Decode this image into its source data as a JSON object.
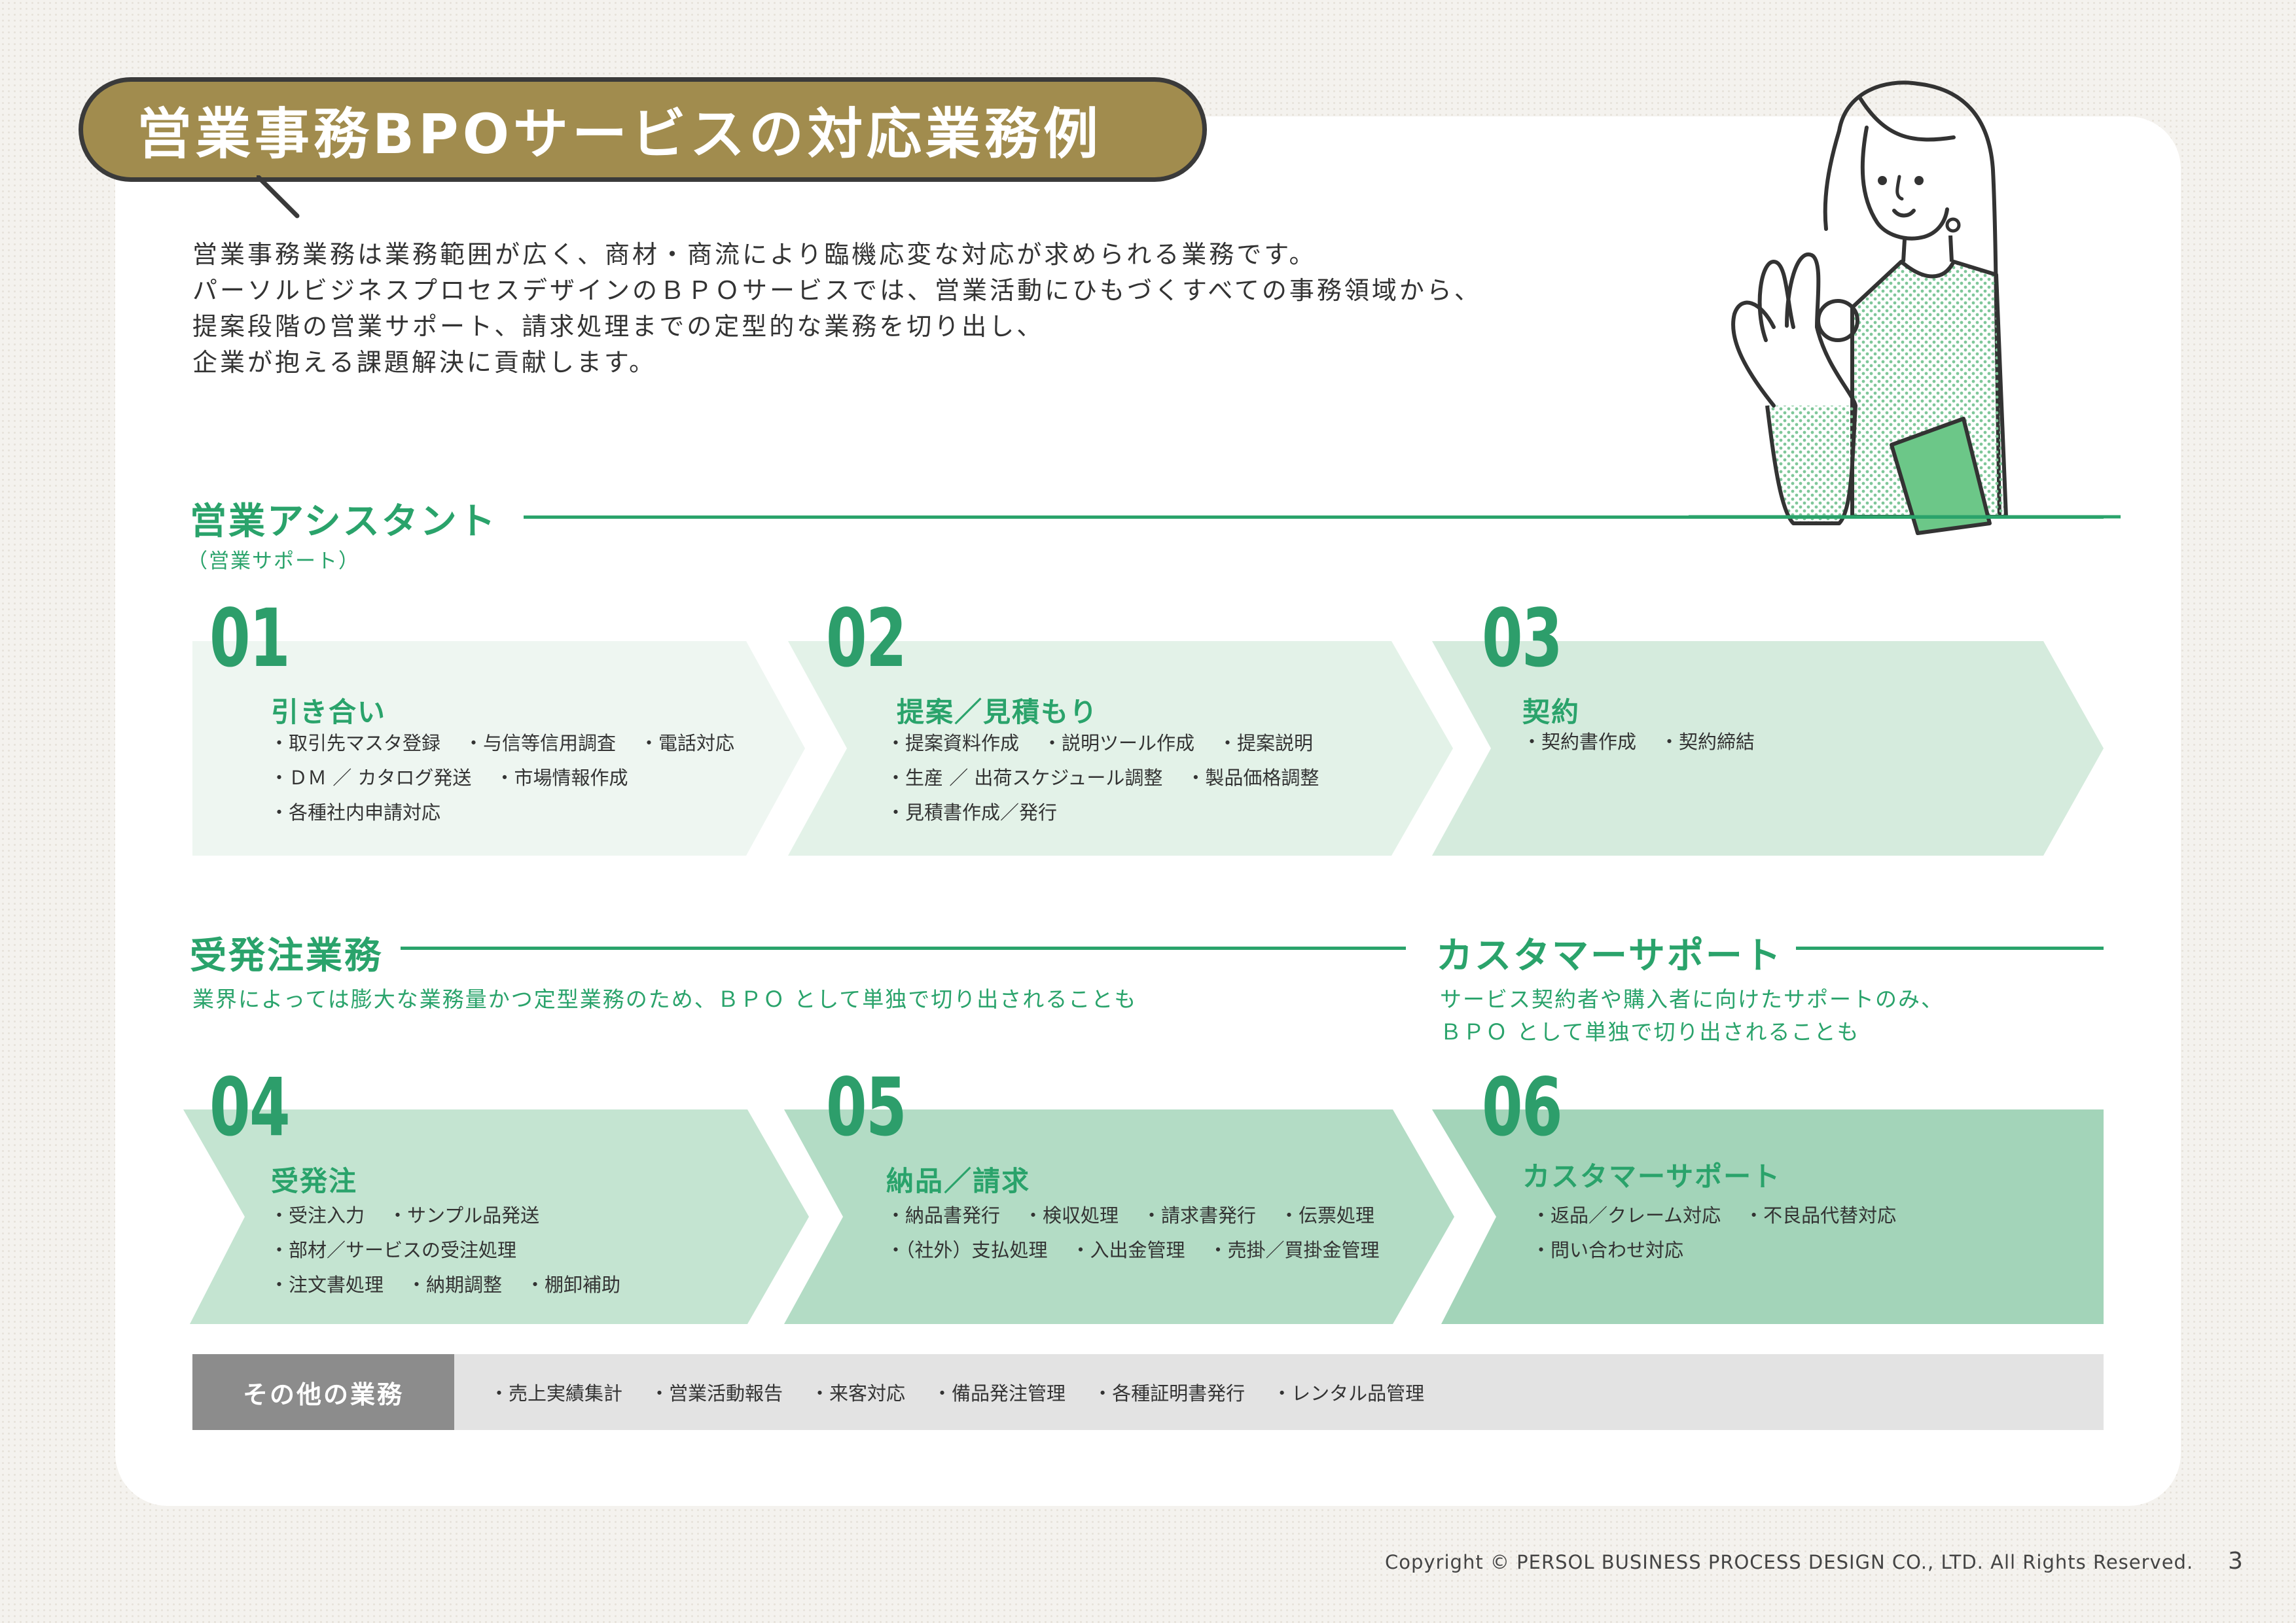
{
  "title": "営業事務BPOサービスの対応業務例",
  "intro": [
    "営業事務業務は業務範囲が広く、商材・商流により臨機応変な対応が求められる業務です。",
    "パーソルビジネスプロセスデザインのＢＰＯサービスでは、営業活動にひもづくすべての事務領域から、",
    "提案段階の営業サポート、請求処理までの定型的な業務を切り出し、",
    "企業が抱える課題解決に貢献します。"
  ],
  "sections": {
    "sales_assistant": {
      "title": "営業アシスタント",
      "subtitle": "（営業サポート）"
    },
    "order": {
      "title": "受発注業務",
      "subtitle": "業界によっては膨大な業務量かつ定型業務のため、ＢＰＯ として単独で切り出されることも"
    },
    "customer_support": {
      "title": "カスタマーサポート",
      "subtitle_1": "サービス契約者や購入者に向けたサポートのみ、",
      "subtitle_2": "ＢＰＯ として単独で切り出されることも"
    }
  },
  "steps": [
    {
      "number": "01",
      "title": "引き合い",
      "rows": [
        [
          "・取引先マスタ登録",
          "・与信等信用調査",
          "・電話対応"
        ],
        [
          "・ＤＭ ／ カタログ発送",
          "・市場情報作成"
        ],
        [
          "・各種社内申請対応"
        ]
      ]
    },
    {
      "number": "02",
      "title": "提案／見積もり",
      "rows": [
        [
          "・提案資料作成",
          "・説明ツール作成",
          "・提案説明"
        ],
        [
          "・生産 ／ 出荷スケジュール調整",
          "・製品価格調整"
        ],
        [
          "・見積書作成／発行"
        ]
      ]
    },
    {
      "number": "03",
      "title": "契約",
      "rows": [
        [
          "・契約書作成",
          "・契約締結"
        ]
      ]
    },
    {
      "number": "04",
      "title": "受発注",
      "rows": [
        [
          "・受注入力",
          "・サンプル品発送"
        ],
        [
          "・部材／サービスの受注処理"
        ],
        [
          "・注文書処理",
          "・納期調整",
          "・棚卸補助"
        ]
      ]
    },
    {
      "number": "05",
      "title": "納品／請求",
      "rows": [
        [
          "・納品書発行",
          "・検収処理",
          "・請求書発行",
          "・伝票処理"
        ],
        [
          "・（社外）支払処理",
          "・入出金管理",
          "・売掛／買掛金管理"
        ]
      ]
    },
    {
      "number": "06",
      "title": "カスタマーサポート",
      "rows": [
        [
          "・返品／クレーム対応",
          "・不良品代替対応"
        ],
        [
          "・問い合わせ対応"
        ]
      ]
    }
  ],
  "other": {
    "label": "その他の業務",
    "items": [
      "・売上実績集計",
      "・営業活動報告",
      "・来客対応",
      "・備品発注管理",
      "・各種証明書発行",
      "・レンタル品管理"
    ]
  },
  "footer": {
    "copyright": "Copyright © PERSOL BUSINESS PROCESS DESIGN CO., LTD. All Rights Reserved.",
    "page": "3"
  },
  "colors": {
    "title_bg": "#a18c4e",
    "accent_green": "#2aa36b",
    "arrow_1": "#eef6f1",
    "arrow_2": "#e3f2e8",
    "arrow_3": "#d5ebdd",
    "arrow_4": "#c4e4d1",
    "arrow_5": "#b3dcc5",
    "arrow_6": "#a3d4b9",
    "other_label_bg": "#8c8c8c"
  },
  "illustration": {
    "name": "woman-ok-gesture-illustration"
  }
}
